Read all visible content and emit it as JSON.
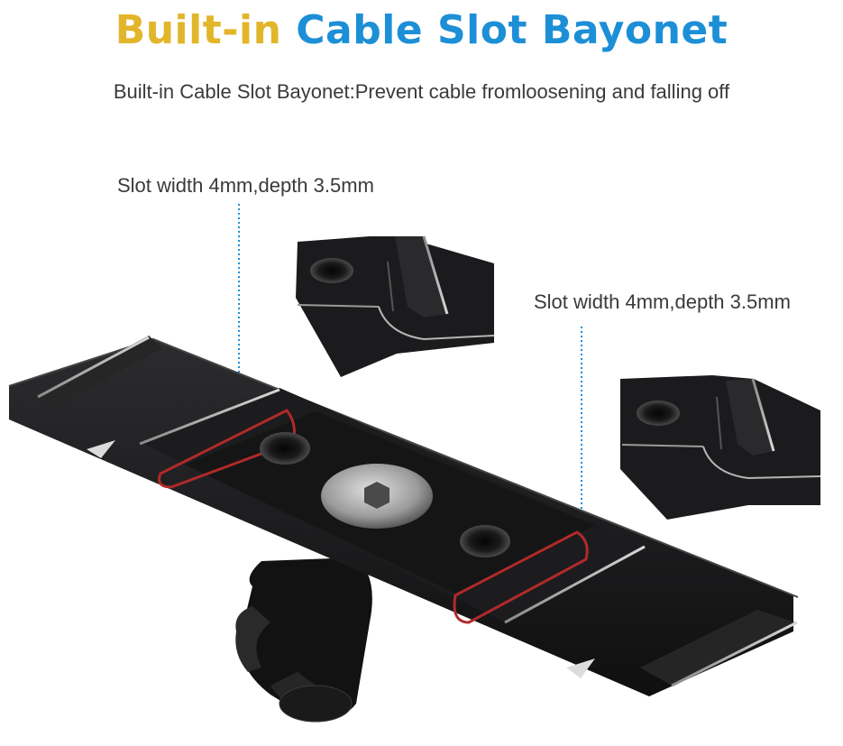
{
  "title": {
    "part1": "Built-in",
    "part2": "Cable Slot Bayonet",
    "part1_color": "#e2b62a",
    "part2_color": "#1c8fd6"
  },
  "subtitle": "Built-in Cable Slot Bayonet:Prevent cable fromloosening and falling off",
  "callouts": [
    {
      "text": "Slot width 4mm,depth 3.5mm"
    },
    {
      "text": "Slot width 4mm,depth 3.5mm"
    }
  ],
  "colors": {
    "accent_dot": "#1c8fd6",
    "metal": "#1b1b1d",
    "slot_highlight": "#b02a2a"
  },
  "icons": [
    "hex-screw-icon",
    "triangle-marker-icon",
    "knob-icon"
  ]
}
